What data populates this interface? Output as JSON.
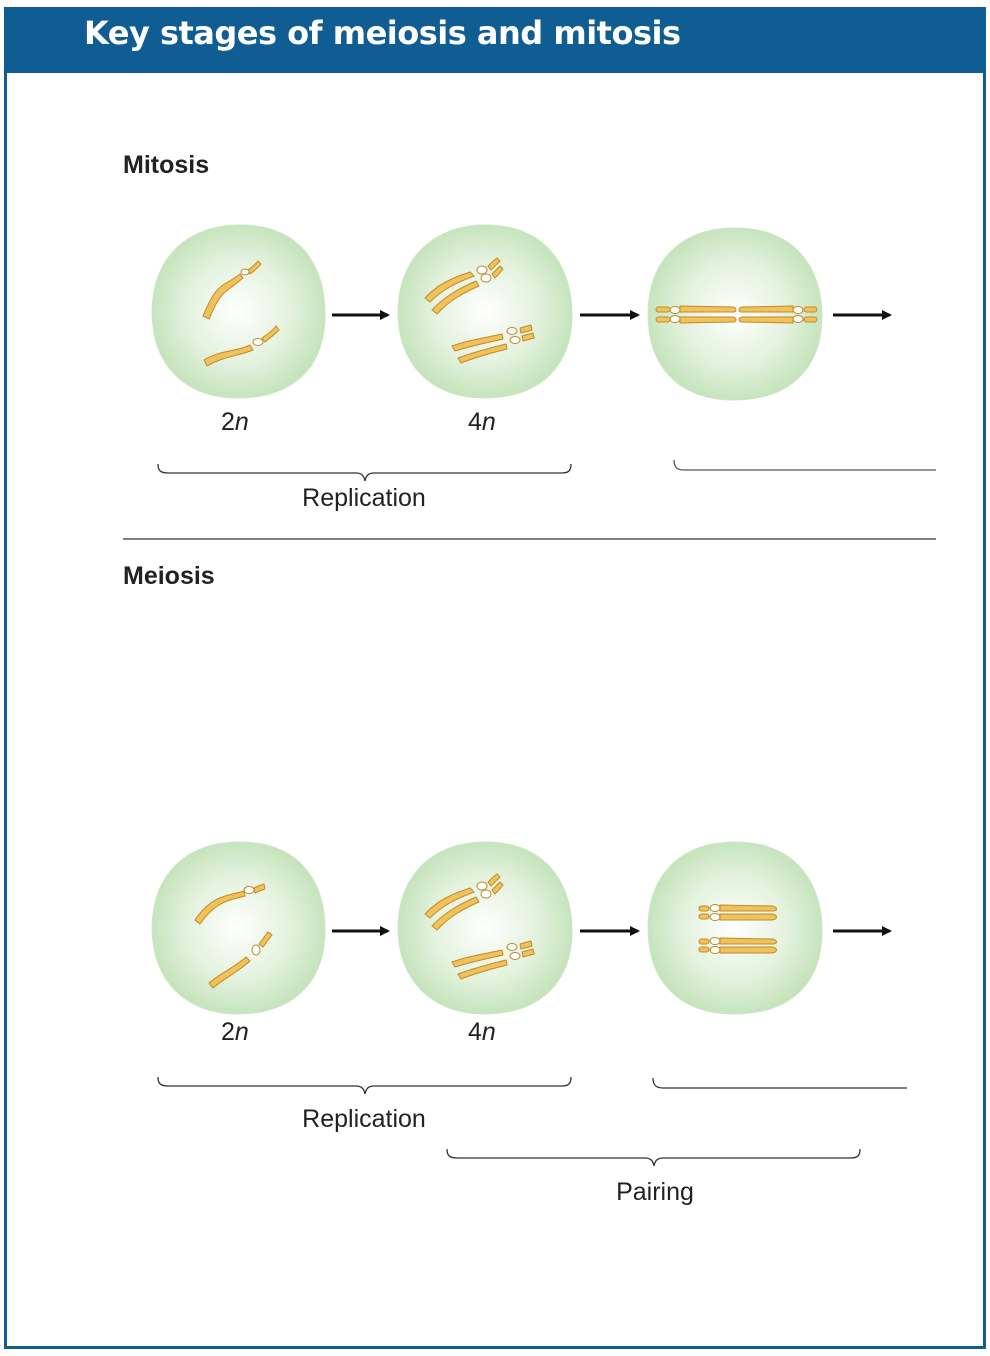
{
  "header": {
    "title": "Key stages of meiosis and mitosis"
  },
  "mitosis": {
    "label": "Mitosis",
    "ploidy": [
      {
        "num": "2",
        "var": "n"
      },
      {
        "num": "4",
        "var": "n"
      }
    ],
    "bracket_labels": {
      "replication": "Replication"
    }
  },
  "meiosis": {
    "label": "Meiosis",
    "ploidy": [
      {
        "num": "2",
        "var": "n"
      },
      {
        "num": "4",
        "var": "n"
      }
    ],
    "bracket_labels": {
      "replication": "Replication",
      "pairing": "Pairing"
    }
  },
  "colors": {
    "header_bg": "#0f5d92",
    "cell_fill": "#c7e5bf",
    "chromosome": "#f0c050",
    "chromosome_outline": "#b8862a"
  }
}
